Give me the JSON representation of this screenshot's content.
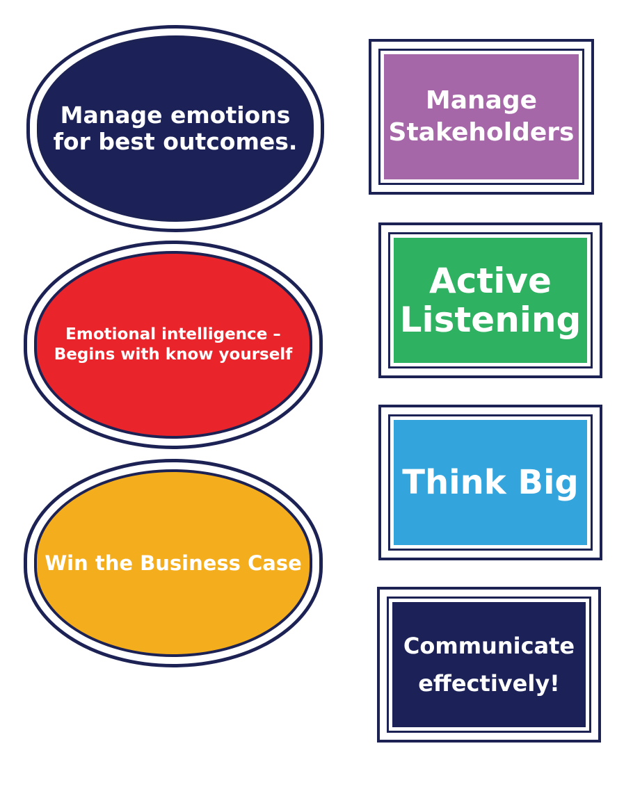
{
  "colors": {
    "navy": "#1c2257",
    "red": "#e9242b",
    "yellow": "#f4ae1d",
    "purple": "#a567a8",
    "green": "#2fb162",
    "blue": "#33a4dc",
    "outline": "#1d2255"
  },
  "ovals": [
    {
      "lines": [
        "Manage emotions",
        "for best outcomes."
      ]
    },
    {
      "lines": [
        "Emotional intelligence –",
        "Begins with know yourself"
      ]
    },
    {
      "lines": [
        "Win the Business Case"
      ]
    }
  ],
  "rects": [
    {
      "lines": [
        "Manage",
        "Stakeholders"
      ]
    },
    {
      "lines": [
        "Active",
        "Listening"
      ]
    },
    {
      "lines": [
        "Think Big"
      ]
    },
    {
      "lines": [
        "Communicate",
        "effectively!"
      ]
    }
  ]
}
